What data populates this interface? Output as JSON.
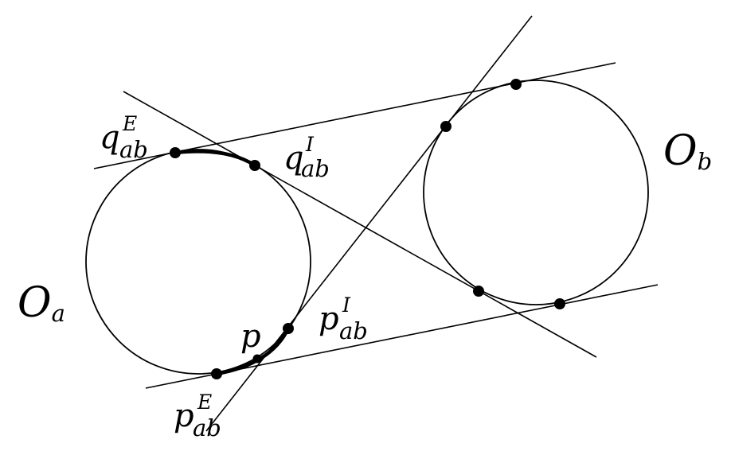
{
  "labels": {
    "circle_a": {
      "main": "O",
      "sub": "a"
    },
    "circle_b": {
      "main": "O",
      "sub": "b"
    },
    "q_ext": {
      "main": "q",
      "sup": "E",
      "sub": "ab"
    },
    "q_int": {
      "main": "q",
      "sup": "I",
      "sub": "ab"
    },
    "p_int": {
      "main": "p",
      "sup": "I",
      "sub": "ab"
    },
    "p_ext": {
      "main": "p",
      "sup": "E",
      "sub": "ab"
    },
    "p": {
      "main": "p"
    }
  }
}
